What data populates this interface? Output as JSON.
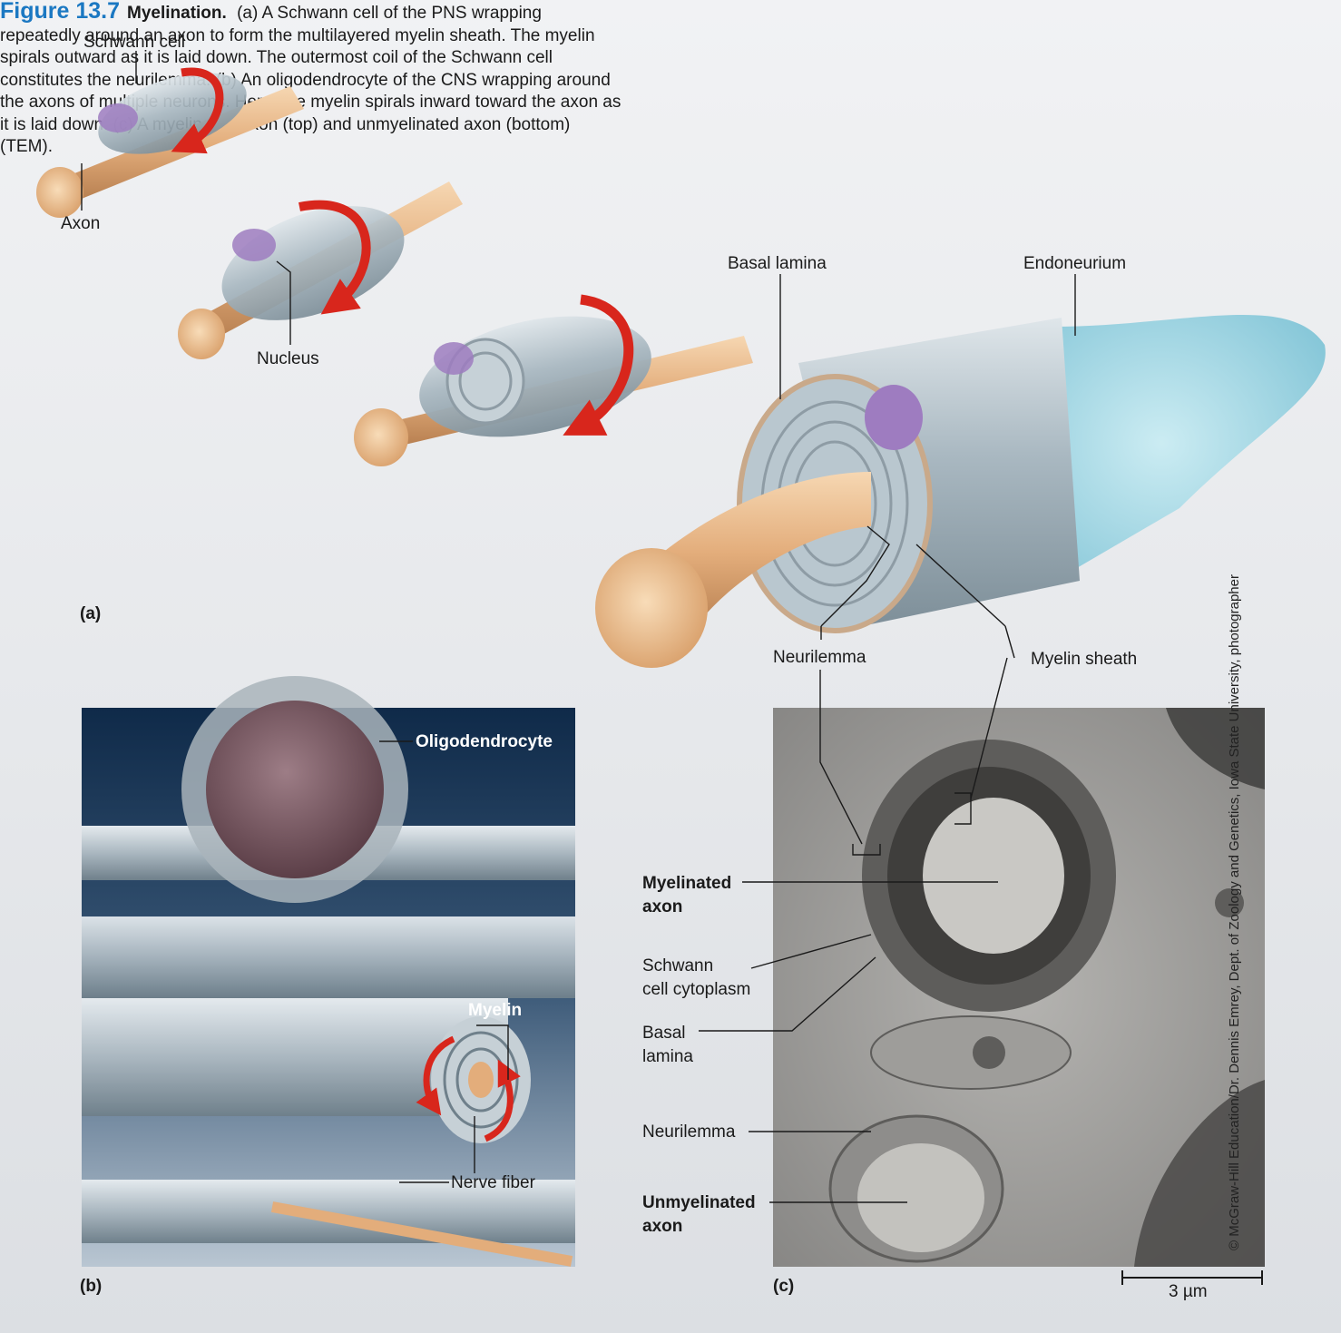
{
  "caption": {
    "figure_number": "Figure 13.7",
    "title": "Myelination.",
    "text": "(a) A Schwann cell of the PNS wrapping repeatedly around an axon to form the multilayered myelin sheath. The myelin spirals outward as it is laid down. The outermost coil of the Schwann cell constitutes the neurilemma. (b) An oligodendrocyte of the CNS wrapping around the axons of multiple neurons. Here, the myelin spirals inward toward the axon as it is laid down. (c) A myelinated axon (top) and unmyelinated axon (bottom) (TEM)."
  },
  "panel_a": {
    "tag": "(a)",
    "labels": {
      "schwann_cell": "Schwann cell",
      "axon": "Axon",
      "nucleus": "Nucleus",
      "basal_lamina": "Basal lamina",
      "endoneurium": "Endoneurium",
      "neurilemma": "Neurilemma",
      "myelin_sheath": "Myelin sheath"
    }
  },
  "panel_b": {
    "tag": "(b)",
    "labels": {
      "oligodendrocyte": "Oligodendrocyte",
      "myelin": "Myelin",
      "nerve_fiber": "Nerve fiber"
    }
  },
  "panel_c": {
    "tag": "(c)",
    "labels": {
      "myelinated_axon_1": "Myelinated",
      "myelinated_axon_2": "axon",
      "schwann_cytoplasm_1": "Schwann",
      "schwann_cytoplasm_2": "cell cytoplasm",
      "basal_lamina_1": "Basal",
      "basal_lamina_2": "lamina",
      "neurilemma": "Neurilemma",
      "unmyelinated_axon_1": "Unmyelinated",
      "unmyelinated_axon_2": "axon"
    },
    "scale_bar": "3 µm",
    "credit": "© McGraw-Hill Education/Dr. Dennis Emrey, Dept. of Zoology and Genetics, Iowa State University, photographer"
  },
  "colors": {
    "accent_blue": "#1b78c2",
    "axon": "#e8b98a",
    "arrow_red": "#d8261c",
    "nucleus_purple": "#9e7cc0",
    "endoneurium": "#9fd3e0",
    "panel_b_bg": "#1f3a5a",
    "tem_gray": "#9a9a98"
  }
}
